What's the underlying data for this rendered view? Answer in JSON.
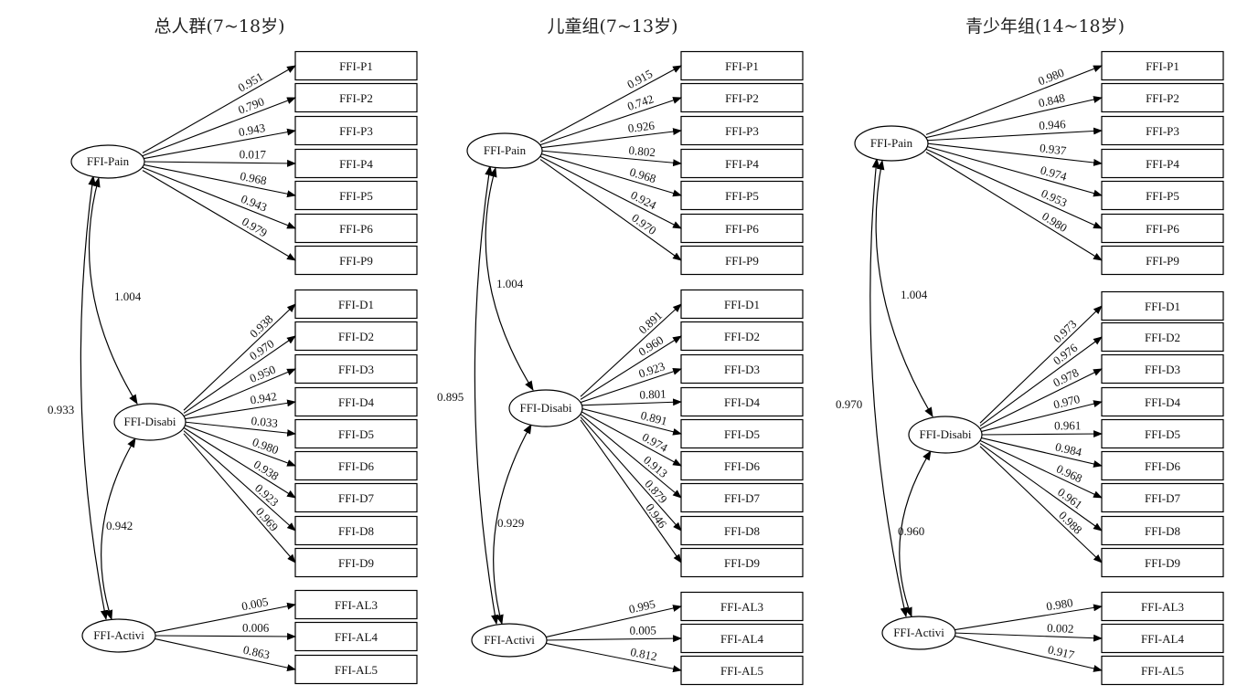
{
  "panels": [
    {
      "title": "总人群(7~18岁)",
      "pain": {
        "label": "FFI-Pain",
        "items": [
          "FFI-P1",
          "FFI-P2",
          "FFI-P3",
          "FFI-P4",
          "FFI-P5",
          "FFI-P6",
          "FFI-P9"
        ],
        "loadings": [
          "0.951",
          "0.790",
          "0.943",
          "0.017",
          "0.968",
          "0.943",
          "0.979"
        ]
      },
      "disabi": {
        "label": "FFI-Disabi",
        "items": [
          "FFI-D1",
          "FFI-D2",
          "FFI-D3",
          "FFI-D4",
          "FFI-D5",
          "FFI-D6",
          "FFI-D7",
          "FFI-D8",
          "FFI-D9"
        ],
        "loadings": [
          "0.938",
          "0.970",
          "0.950",
          "0.942",
          "0.033",
          "0.980",
          "0.938",
          "0.923",
          "0.969"
        ]
      },
      "activi": {
        "label": "FFI-Activi",
        "items": [
          "FFI-AL3",
          "FFI-AL4",
          "FFI-AL5"
        ],
        "loadings": [
          "0.005",
          "0.006",
          "0.863"
        ]
      },
      "cov_pain_disabi": "1.004",
      "cov_pain_activi": "0.933",
      "cov_disabi_activi": "0.942"
    },
    {
      "title": "儿童组(7~13岁)",
      "pain": {
        "label": "FFI-Pain",
        "items": [
          "FFI-P1",
          "FFI-P2",
          "FFI-P3",
          "FFI-P4",
          "FFI-P5",
          "FFI-P6",
          "FFI-P9"
        ],
        "loadings": [
          "0.915",
          "0.742",
          "0.926",
          "0.802",
          "0.968",
          "0.924",
          "0.970"
        ]
      },
      "disabi": {
        "label": "FFI-Disabi",
        "items": [
          "FFI-D1",
          "FFI-D2",
          "FFI-D3",
          "FFI-D4",
          "FFI-D5",
          "FFI-D6",
          "FFI-D7",
          "FFI-D8",
          "FFI-D9"
        ],
        "loadings": [
          "0.891",
          "0.960",
          "0.923",
          "0.801",
          "0.891",
          "0.974",
          "0.913",
          "0.879",
          "0.946"
        ]
      },
      "activi": {
        "label": "FFI-Activi",
        "items": [
          "FFI-AL3",
          "FFI-AL4",
          "FFI-AL5"
        ],
        "loadings": [
          "0.995",
          "0.005",
          "0.812"
        ]
      },
      "cov_pain_disabi": "1.004",
      "cov_pain_activi": "0.895",
      "cov_disabi_activi": "0.929"
    },
    {
      "title": "青少年组(14~18岁)",
      "pain": {
        "label": "FFI-Pain",
        "items": [
          "FFI-P1",
          "FFI-P2",
          "FFI-P3",
          "FFI-P4",
          "FFI-P5",
          "FFI-P6",
          "FFI-P9"
        ],
        "loadings": [
          "0.980",
          "0.848",
          "0.946",
          "0.937",
          "0.974",
          "0.953",
          "0.980"
        ]
      },
      "disabi": {
        "label": "FFI-Disabi",
        "items": [
          "FFI-D1",
          "FFI-D2",
          "FFI-D3",
          "FFI-D4",
          "FFI-D5",
          "FFI-D6",
          "FFI-D7",
          "FFI-D8",
          "FFI-D9"
        ],
        "loadings": [
          "0.973",
          "0.976",
          "0.978",
          "0.970",
          "0.961",
          "0.984",
          "0.968",
          "0.961",
          "0.988"
        ]
      },
      "activi": {
        "label": "FFI-Activi",
        "items": [
          "FFI-AL3",
          "FFI-AL4",
          "FFI-AL5"
        ],
        "loadings": [
          "0.980",
          "0.002",
          "0.917"
        ]
      },
      "cov_pain_disabi": "1.004",
      "cov_pain_activi": "0.970",
      "cov_disabi_activi": "0.960"
    }
  ]
}
